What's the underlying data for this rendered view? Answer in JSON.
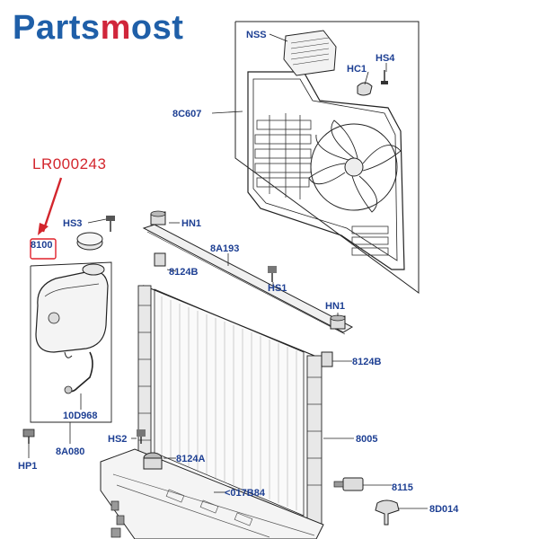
{
  "brand": {
    "part1": "Parts",
    "part2": "m",
    "part3": "ost"
  },
  "colors": {
    "brand_blue": "#1f5fa8",
    "brand_red": "#d0263b",
    "label_blue": "#1d3f93",
    "highlight_red": "#e0202a"
  },
  "highlight": {
    "part_number": "LR000243"
  },
  "callouts": {
    "nss": "NSS",
    "hs4": "HS4",
    "hc1": "HC1",
    "c607": "8C607",
    "hs3": "HS3",
    "hn1_top": "HN1",
    "a193": "8A193",
    "ref8100": "8100",
    "b8124_top": "8124B",
    "hs1": "HS1",
    "hn1_mid": "HN1",
    "b8124_mid": "8124B",
    "d968": "10D968",
    "p8005": "8005",
    "hs2": "HS2",
    "a080": "8A080",
    "a8124": "8124A",
    "hp1": "HP1",
    "b017": "<017B84",
    "p8115": "8115",
    "d014": "8D014"
  }
}
